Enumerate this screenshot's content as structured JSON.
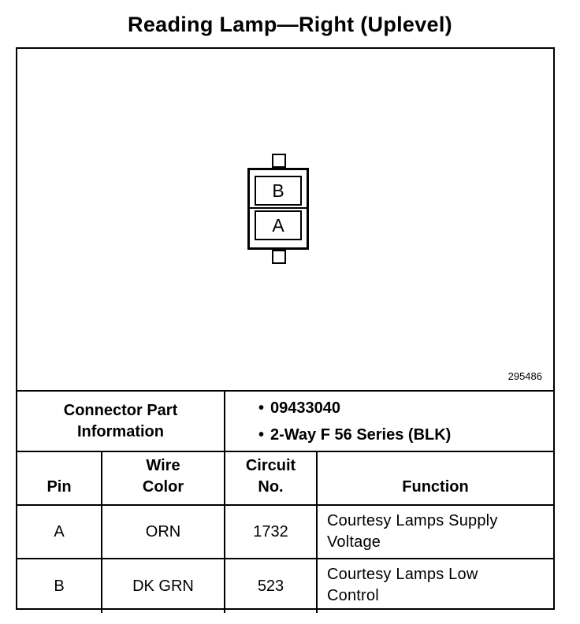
{
  "title": "Reading Lamp—Right (Uplevel)",
  "diagram": {
    "reference_number": "295486",
    "cavities": [
      "B",
      "A"
    ]
  },
  "connector_info": {
    "label_line1": "Connector Part",
    "label_line2": "Information",
    "values": [
      "09433040",
      "2-Way F 56 Series (BLK)"
    ]
  },
  "pin_table": {
    "headers": {
      "pin": [
        "",
        "Pin"
      ],
      "wire_color": [
        "Wire",
        "Color"
      ],
      "circuit_no": [
        "Circuit",
        "No."
      ],
      "function": [
        "",
        "Function"
      ]
    },
    "rows": [
      {
        "pin": "A",
        "wire_color": "ORN",
        "circuit_no": "1732",
        "function_line1": "Courtesy Lamps Supply",
        "function_line2": "Voltage"
      },
      {
        "pin": "B",
        "wire_color": "DK GRN",
        "circuit_no": "523",
        "function_line1": "Courtesy Lamps Low",
        "function_line2": "Control"
      }
    ]
  }
}
